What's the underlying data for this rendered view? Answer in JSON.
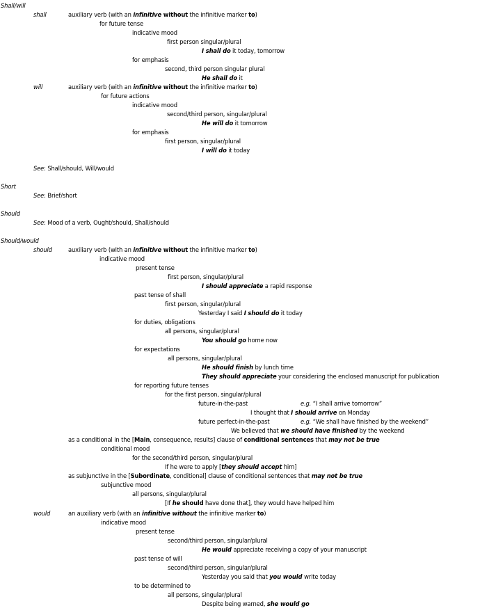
{
  "lines": [
    [
      {
        "t": "Shall/will",
        "s": "i"
      }
    ],
    [
      {
        "t": "shall",
        "s": "i"
      }
    ],
    [
      {
        "t": "auxiliary verb (with an "
      },
      {
        "t": "infinitive",
        "s": "bi"
      },
      {
        "t": " without",
        "s": "b"
      },
      {
        "t": " the infinitive marker "
      },
      {
        "t": "to",
        "s": "b"
      },
      {
        "t": ")"
      }
    ],
    [
      {
        "t": "for future tense"
      }
    ],
    [
      {
        "t": "indicative mood"
      }
    ],
    [
      {
        "t": "first person singular/plural"
      }
    ],
    [
      {
        "t": "I shall ",
        "s": "bi"
      },
      {
        "t": "do",
        "s": "bi"
      },
      {
        "t": " it today, tomorrow"
      }
    ],
    [
      {
        "t": "for emphasis"
      }
    ],
    [
      {
        "t": "second, third person singular plural"
      }
    ],
    [
      {
        "t": "He shall ",
        "s": "bi"
      },
      {
        "t": "do",
        "s": "bi"
      },
      {
        "t": " it"
      }
    ],
    [
      {
        "t": "will",
        "s": "i"
      }
    ],
    [
      {
        "t": "auxiliary verb (with an "
      },
      {
        "t": "infinitive",
        "s": "bi"
      },
      {
        "t": " without",
        "s": "b"
      },
      {
        "t": " the infinitive marker "
      },
      {
        "t": "to",
        "s": "b"
      },
      {
        "t": ")"
      }
    ],
    [
      {
        "t": "for future actions"
      }
    ],
    [
      {
        "t": "indicative mood"
      }
    ],
    [
      {
        "t": "second/third person, singular/plural"
      }
    ],
    [
      {
        "t": "He will ",
        "s": "bi"
      },
      {
        "t": "do",
        "s": "bi"
      },
      {
        "t": " it tomorrow"
      }
    ],
    [
      {
        "t": "for emphasis"
      }
    ],
    [
      {
        "t": "first person, singular/plural"
      }
    ],
    [
      {
        "t": "I will ",
        "s": "bi"
      },
      {
        "t": "do",
        "s": "bi"
      },
      {
        "t": " it  today"
      }
    ],
    [
      {
        "t": "See",
        "s": "i"
      },
      {
        "t": ": Shall/should, Will/would"
      }
    ],
    [
      {
        "t": "Short",
        "s": "i"
      }
    ],
    [
      {
        "t": "See",
        "s": "i"
      },
      {
        "t": ": Brief/short"
      }
    ],
    [
      {
        "t": "Should",
        "s": "i"
      }
    ],
    [
      {
        "t": "See",
        "s": "i"
      },
      {
        "t": ": Mood of a verb, Ought/should, Shall/should"
      }
    ],
    [
      {
        "t": "Should/would",
        "s": "i"
      }
    ],
    [
      {
        "t": "should",
        "s": "i"
      }
    ],
    [
      {
        "t": "auxiliary verb (with an "
      },
      {
        "t": "infinitive",
        "s": "bi"
      },
      {
        "t": " without",
        "s": "b"
      },
      {
        "t": " the infinitive marker "
      },
      {
        "t": "to",
        "s": "b"
      },
      {
        "t": ")"
      }
    ],
    [
      {
        "t": "indicative mood"
      }
    ],
    [
      {
        "t": "present tense"
      }
    ],
    [
      {
        "t": "first person, singular/plural"
      }
    ],
    [
      {
        "t": "I should ",
        "s": "bi"
      },
      {
        "t": "appreciate",
        "s": "bi"
      },
      {
        "t": " a rapid response"
      }
    ],
    [
      {
        "t": "past tense of shall"
      }
    ],
    [
      {
        "t": "first person, singular/plural"
      }
    ],
    [
      {
        "t": "Yesterday I said "
      },
      {
        "t": "I should ",
        "s": "bi"
      },
      {
        "t": "do",
        "s": "bi"
      },
      {
        "t": " it today"
      }
    ],
    [
      {
        "t": "for duties, obligations"
      }
    ],
    [
      {
        "t": "all persons, singular/plural"
      }
    ],
    [
      {
        "t": "You should ",
        "s": "bi"
      },
      {
        "t": "go",
        "s": "bi"
      },
      {
        "t": " home now"
      }
    ],
    [
      {
        "t": "for expectations"
      }
    ],
    [
      {
        "t": "all persons, singular/plural"
      }
    ],
    [
      {
        "t": "He should ",
        "s": "bi"
      },
      {
        "t": "finish",
        "s": "bi"
      },
      {
        "t": " by lunch time"
      }
    ],
    [
      {
        "t": "They should ",
        "s": "bi"
      },
      {
        "t": "appreciate",
        "s": "bi"
      },
      {
        "t": " your considering the enclosed manuscript for publication"
      }
    ],
    [
      {
        "t": "for reporting future tenses"
      }
    ],
    [
      {
        "t": "for the first person, singular/plural"
      }
    ],
    [
      {
        "t": "future-in-the-past"
      }
    ],
    [
      {
        "t": "e.g.",
        "s": "i"
      },
      {
        "t": " “I shall arrive tomorrow”"
      }
    ],
    [
      {
        "t": "I thought that "
      },
      {
        "t": "I should ",
        "s": "bi"
      },
      {
        "t": "arrive",
        "s": "bi"
      },
      {
        "t": " on Monday"
      }
    ],
    [
      {
        "t": "future perfect-in-the-past"
      }
    ],
    [
      {
        "t": "e.g.",
        "s": "i"
      },
      {
        "t": " “We shall have finished by the weekend”"
      }
    ],
    [
      {
        "t": "We believed that "
      },
      {
        "t": "we should ",
        "s": "bi"
      },
      {
        "t": "have finished",
        "s": "bi"
      },
      {
        "t": " by the weekend"
      }
    ],
    [
      {
        "t": "as a conditional in the ["
      },
      {
        "t": "Main",
        "s": "b"
      },
      {
        "t": ", consequence, results] clause of "
      },
      {
        "t": "conditional sentences",
        "s": "b"
      },
      {
        "t": " that  "
      },
      {
        "t": "may not be true",
        "s": "bi"
      }
    ],
    [
      {
        "t": "conditional mood"
      }
    ],
    [
      {
        "t": "for the second/third person, singular/plural"
      }
    ],
    [
      {
        "t": "If he were to apply ["
      },
      {
        "t": "they should ",
        "s": "bi"
      },
      {
        "t": "accept",
        "s": "bi"
      },
      {
        "t": " him]"
      }
    ],
    [
      {
        "t": "as subjunctive in the ["
      },
      {
        "t": "Subordinate",
        "s": "b"
      },
      {
        "t": ", conditional] clause of conditional sentences that "
      },
      {
        "t": "may not be true",
        "s": "bi"
      }
    ],
    [
      {
        "t": "subjunctive mood"
      }
    ],
    [
      {
        "t": "all persons, singular/plural"
      }
    ],
    [
      {
        "t": "[If "
      },
      {
        "t": "he",
        "s": "bi"
      },
      {
        "t": " should",
        "s": "b"
      },
      {
        "t": " have done that], they would have helped him"
      }
    ],
    [
      {
        "t": "would",
        "s": "i"
      }
    ],
    [
      {
        "t": "an auxiliary verb (with an "
      },
      {
        "t": "infinitive",
        "s": "bi"
      },
      {
        "t": " without",
        "s": "bi"
      },
      {
        "t": " the infinitive marker "
      },
      {
        "t": "to",
        "s": "b"
      },
      {
        "t": ")"
      }
    ],
    [
      {
        "t": "indicative mood"
      }
    ],
    [
      {
        "t": "present tense"
      }
    ],
    [
      {
        "t": "second/third person, singular/plural"
      }
    ],
    [
      {
        "t": "He would ",
        "s": "bi"
      },
      {
        "t": "appreciate receiving a copy of your manuscript"
      }
    ],
    [
      {
        "t": "past tense of will"
      }
    ],
    [
      {
        "t": "second/third person, singular/plural"
      }
    ],
    [
      {
        "t": "Yesterday you said that "
      },
      {
        "t": "you would ",
        "s": "bi"
      },
      {
        "t": "write today"
      }
    ],
    [
      {
        "t": "to be determined to"
      }
    ],
    [
      {
        "t": "all persons, singular/plural"
      }
    ],
    [
      {
        "t": "Despite being warned, "
      },
      {
        "t": "she would ",
        "s": "bi"
      },
      {
        "t": "go",
        "s": "bi"
      }
    ]
  ]
}
